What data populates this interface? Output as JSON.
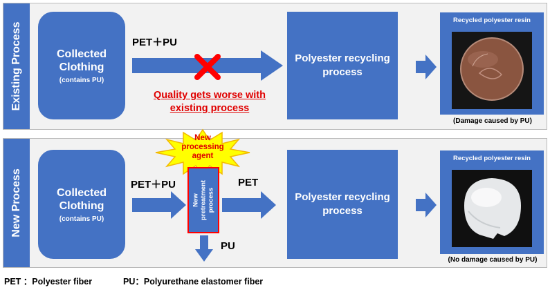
{
  "existing": {
    "side_label": "Existing  Process",
    "collected": {
      "title_line1": "Collected",
      "title_line2": "Clothing",
      "subtitle": "(contains PU)"
    },
    "input_label": "PET＋PU",
    "blocked_icon": "red-x-icon",
    "warning_line1": "Quality gets worse with",
    "warning_line2": "existing process",
    "recycling": {
      "line1": "Polyester recycling",
      "line2": "process"
    },
    "resin_title": "Recycled polyester resin",
    "caption": "(Damage caused by PU)"
  },
  "new": {
    "side_label": "New Process",
    "collected": {
      "title_line1": "Collected",
      "title_line2": "Clothing",
      "subtitle": "(contains PU)"
    },
    "input_label": "PET＋PU",
    "agent_line1": "New",
    "agent_line2": "processing",
    "agent_line3": "agent",
    "pretreatment_line1": "New",
    "pretreatment_line2": "pretreatment",
    "pretreatment_line3": "process",
    "output_label": "PET",
    "removed_label": "PU",
    "recycling": {
      "line1": "Polyester recycling",
      "line2": "process"
    },
    "resin_title": "Recycled polyester resin",
    "caption": "(No damage caused by PU)"
  },
  "legend": {
    "pet": "PET ：Polyester fiber",
    "pu": "PU：Polyurethane  elastomer fiber"
  },
  "colors": {
    "box": "#4472c4",
    "warning": "#e00000",
    "burst": "#ffff00"
  }
}
